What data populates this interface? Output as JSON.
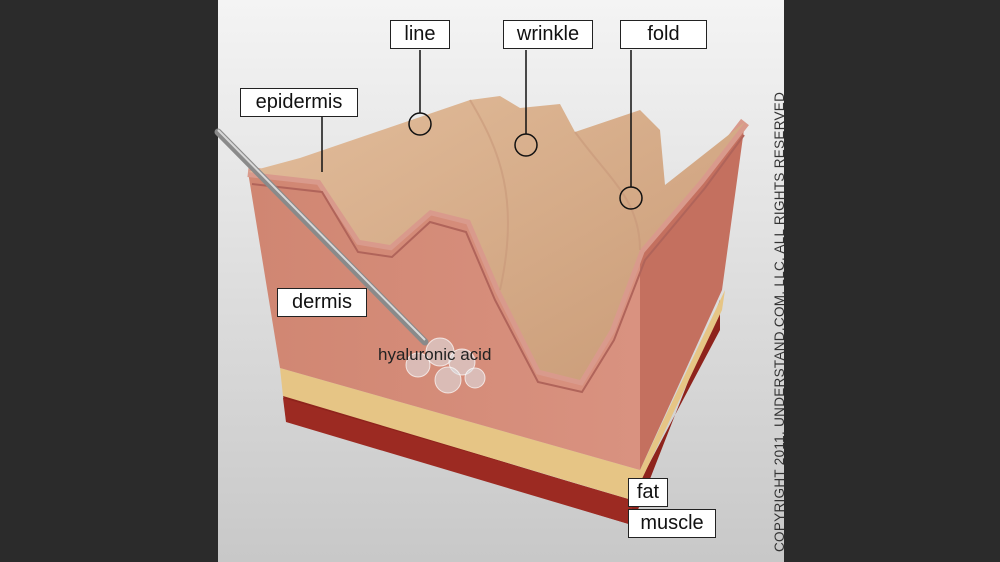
{
  "labels": {
    "line": "line",
    "wrinkle": "wrinkle",
    "fold": "fold",
    "epidermis": "epidermis",
    "dermis": "dermis",
    "hyaluronic_acid": "hyaluronic acid",
    "fat": "fat",
    "muscle": "muscle"
  },
  "copyright": "COPYRIGHT 2011, UNDERSTAND.COM, LLC. ALL RIGHTS RESERVED",
  "colors": {
    "skin_surface": "#d9b08c",
    "dermis": "#c97a68",
    "epidermis_layer": "#d99a8c",
    "fat": "#e8c98a",
    "muscle": "#9c2a22",
    "frame": "#2b2b2b"
  }
}
